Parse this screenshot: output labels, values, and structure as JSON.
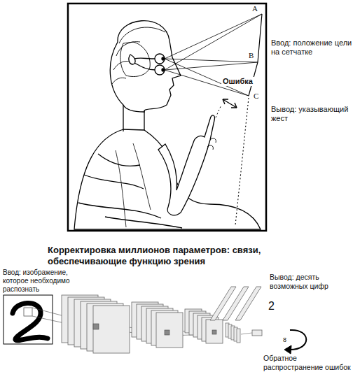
{
  "diagram": {
    "title": "Корректировка миллионов параметров: связи, обеспечивающие функцию зрения",
    "labels": [
      "A",
      "B",
      "C",
      "Ввод: положение цели на сетчатке",
      "Ошибка",
      "Вывод: указывающий жест",
      "Ввод: изображение, которое необходимо распознать",
      "Вывод: десять возможных цифр",
      "2",
      "8",
      "Обратное распространение ошибок"
    ]
  }
}
